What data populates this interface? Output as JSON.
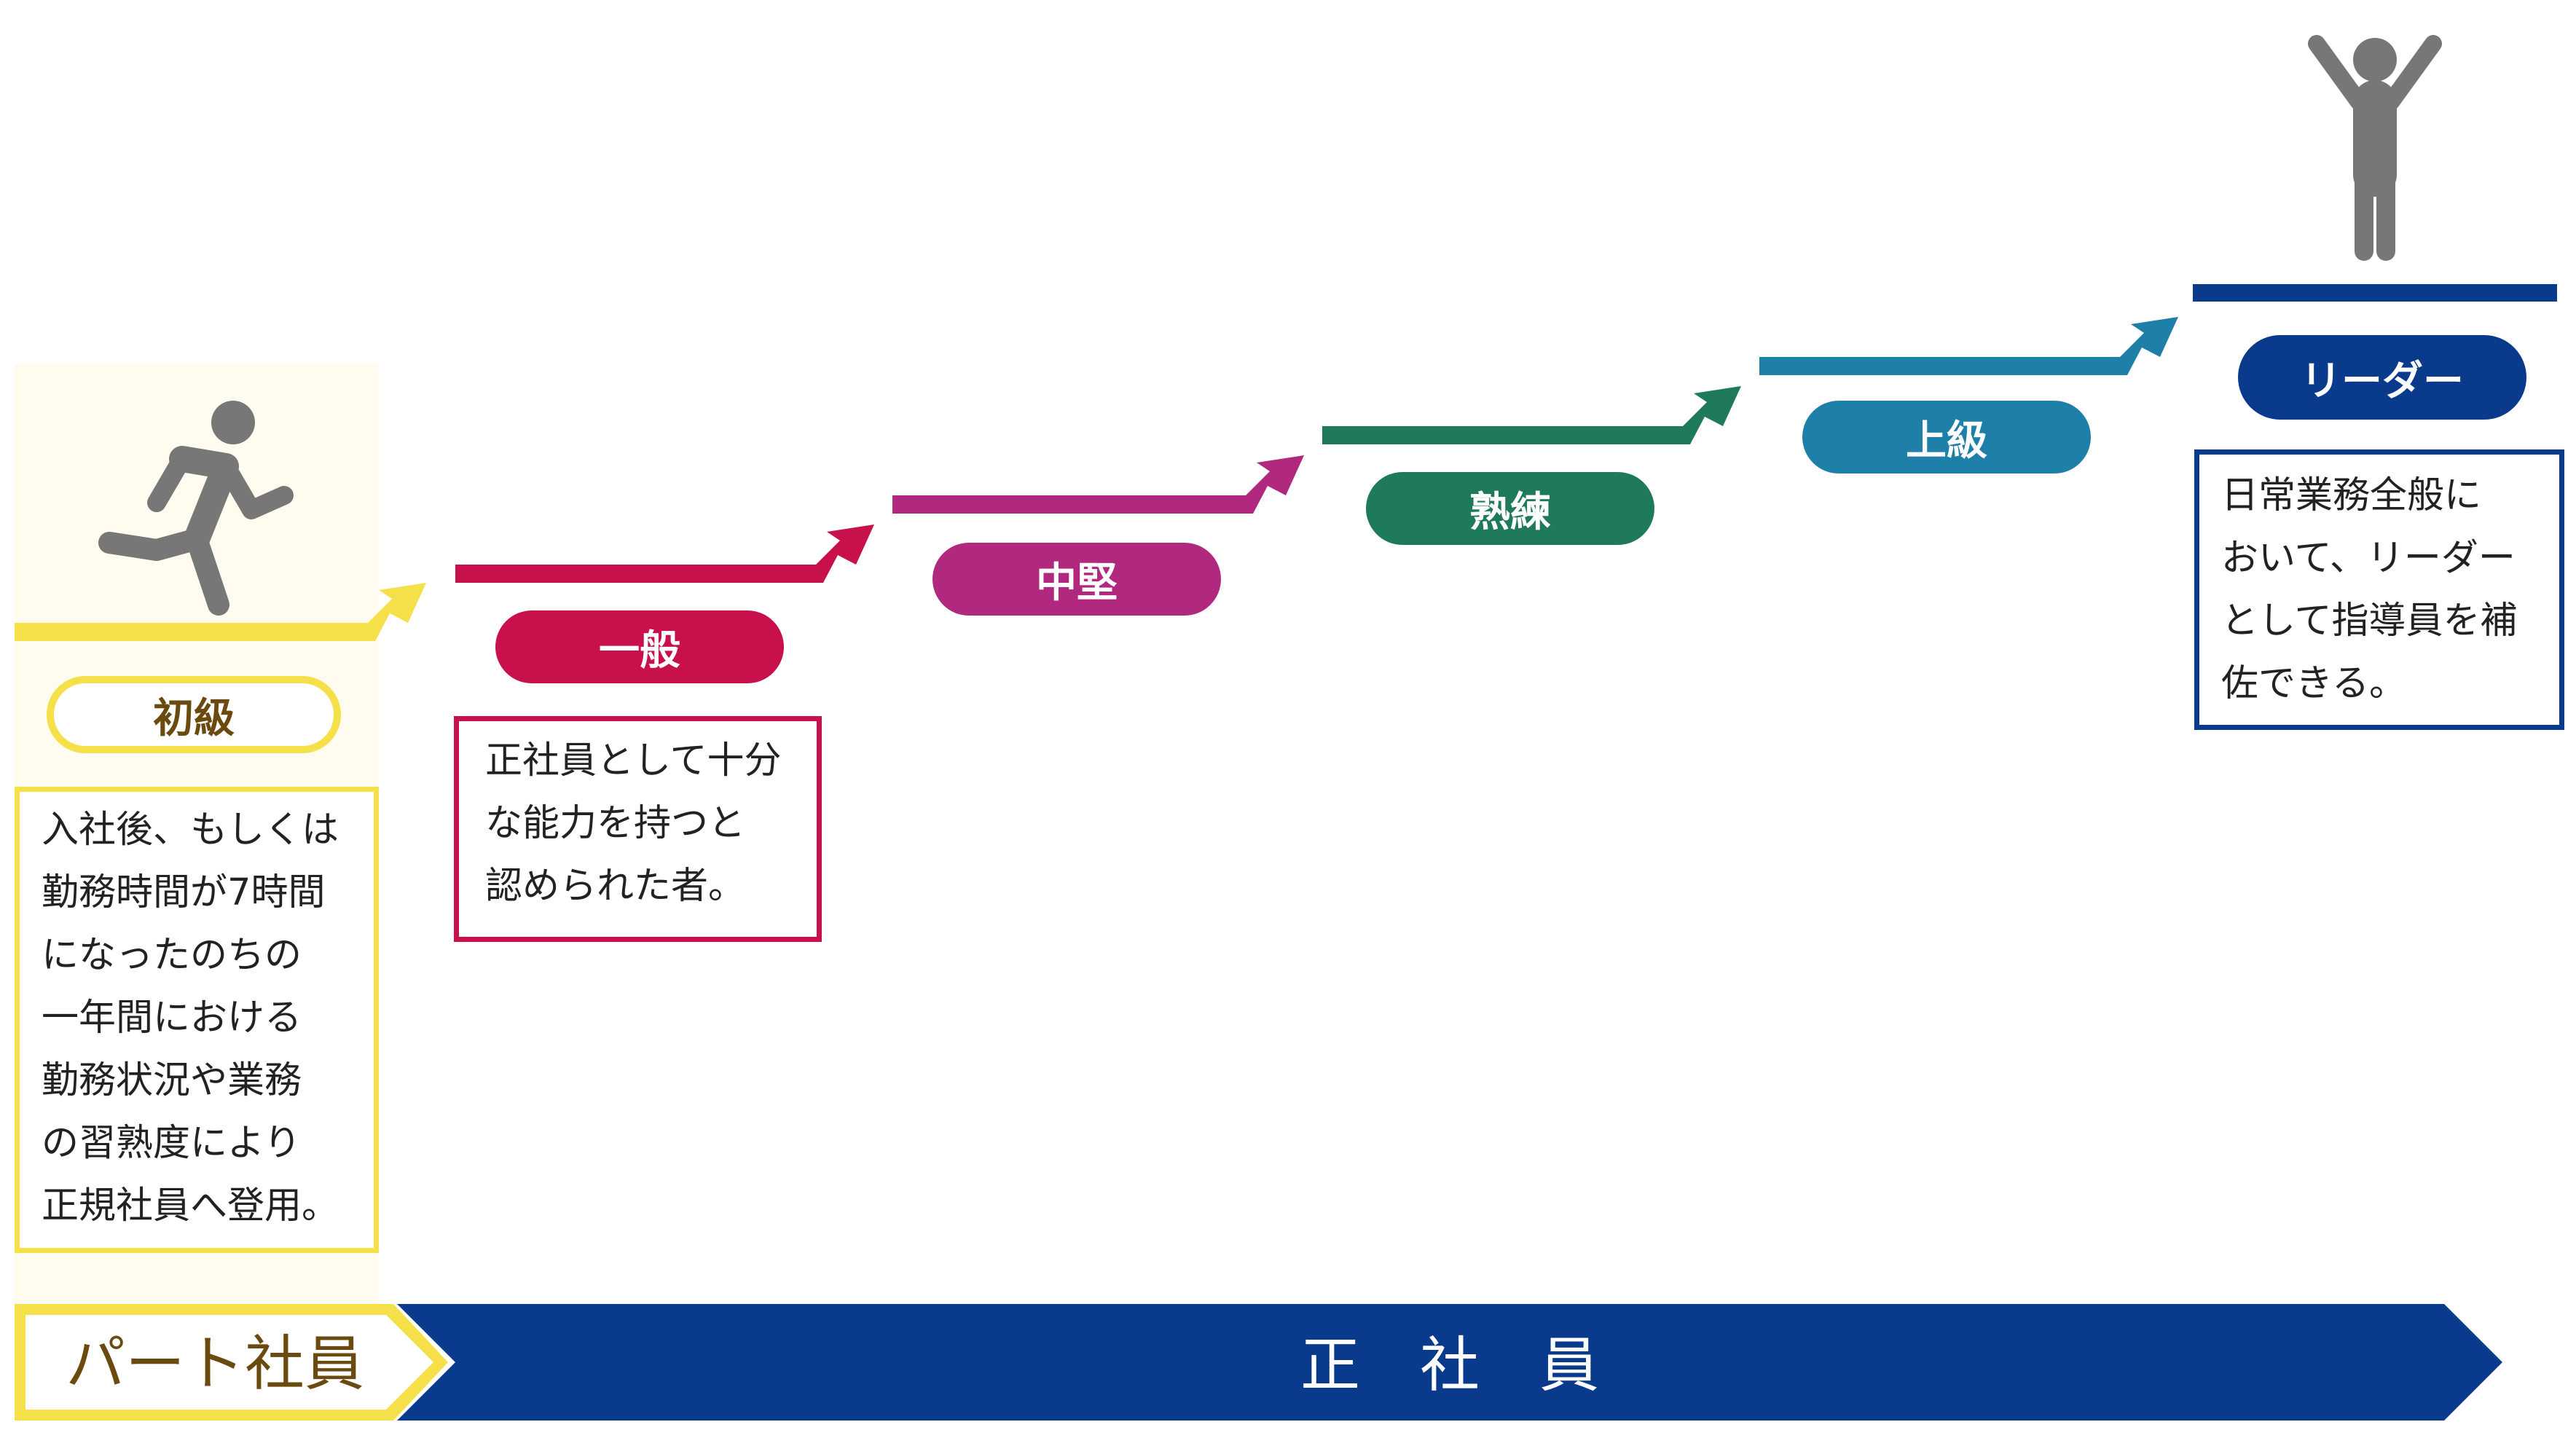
{
  "colors": {
    "shokyu": "#f5e04a",
    "shokyu_text": "#6b4a10",
    "ippan": "#c8114b",
    "chuken": "#b0297f",
    "jukuren": "#1f7a5c",
    "jokyu": "#1e7fa8",
    "leader": "#0a3a8c",
    "seishain_arrow": "#0a3a8c",
    "figure": "#777777",
    "cream_bg": "#fffbef"
  },
  "icons": {
    "runner": "runner-icon",
    "celebrate": "raised-arms-person-icon"
  },
  "levels": [
    {
      "key": "shokyu",
      "label": "初級",
      "description": [
        "入社後、もしくは",
        "勤務時間が7時間",
        "になったのちの",
        "一年間における",
        "勤務状況や業務",
        "の習熟度により",
        "正規社員へ登用。"
      ]
    },
    {
      "key": "ippan",
      "label": "一般",
      "description": [
        "正社員として十分",
        "な能力を持つと",
        "認められた者。"
      ]
    },
    {
      "key": "chuken",
      "label": "中堅"
    },
    {
      "key": "jukuren",
      "label": "熟練"
    },
    {
      "key": "jokyu",
      "label": "上級"
    },
    {
      "key": "leader",
      "label": "リーダー",
      "description": [
        "日常業務全般に",
        "おいて、リーダー",
        "として指導員を補",
        "佐できる。"
      ]
    }
  ],
  "bottom": {
    "part_label": "パート社員",
    "seishain_label": "正　社　員"
  }
}
